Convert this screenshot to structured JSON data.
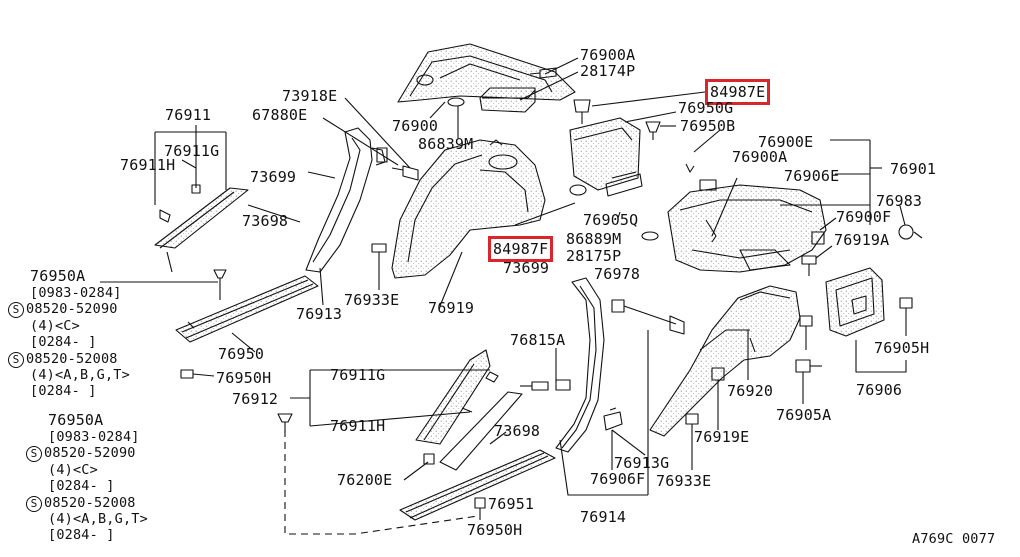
{
  "diagram": {
    "drawing_code": "A769C 0077",
    "labels": {
      "p76900A": "76900A",
      "p28174P": "28174P",
      "p84987E": "84987E",
      "p76950G": "76950G",
      "p76950B": "76950B",
      "p73918E": "73918E",
      "p67880E": "67880E",
      "p76900": "76900",
      "p86839M": "86839M",
      "p76911": "76911",
      "p76911G_a": "76911G",
      "p76911H_a": "76911H",
      "p73699_a": "73699",
      "p73698_a": "73698",
      "p76900E": "76900E",
      "p76900A_b": "76900A",
      "p76901": "76901",
      "p76906E": "76906E",
      "p76983": "76983",
      "p76900F": "76900F",
      "p76919A": "76919A",
      "p76905Q": "76905Q",
      "p86889M": "86889M",
      "p84987F": "84987F",
      "p28175P": "28175P",
      "p73699_b": "73699",
      "p76978": "76978",
      "p76950A_a": "76950A",
      "p76933E_a": "76933E",
      "p76919": "76919",
      "p76913_a": "76913",
      "p76950": "76950",
      "p76950H_a": "76950H",
      "p76815A": "76815A",
      "p76911G_b": "76911G",
      "p76912": "76912",
      "p76911H_b": "76911H",
      "p73698_b": "73698",
      "p76950A_b": "76950A",
      "p76200E": "76200E",
      "p76951": "76951",
      "p76950H_b": "76950H",
      "p76920": "76920",
      "p76905A": "76905A",
      "p76919E": "76919E",
      "p76913G": "76913G",
      "p76906F": "76906F",
      "p76933E_b": "76933E",
      "p76914": "76914",
      "p76905H": "76905H",
      "p76906": "76906"
    },
    "notes_a": {
      "range": "[0983-0284]",
      "s1_code": "08520-52090",
      "s1_qty": "(4)<C>",
      "s1_range": "[0284-     ]",
      "s2_code": "08520-52008",
      "s2_qty": "(4)<A,B,G,T>",
      "s2_range": "[0284-     ]"
    },
    "notes_b": {
      "range": "[0983-0284]",
      "s1_code": "08520-52090",
      "s1_qty": "(4)<C>",
      "s1_range": "[0284-     ]",
      "s2_code": "08520-52008",
      "s2_qty": "(4)<A,B,G,T>",
      "s2_range": "[0284-     ]"
    },
    "s_symbol": "S",
    "highlight_color": "#d8262c"
  }
}
